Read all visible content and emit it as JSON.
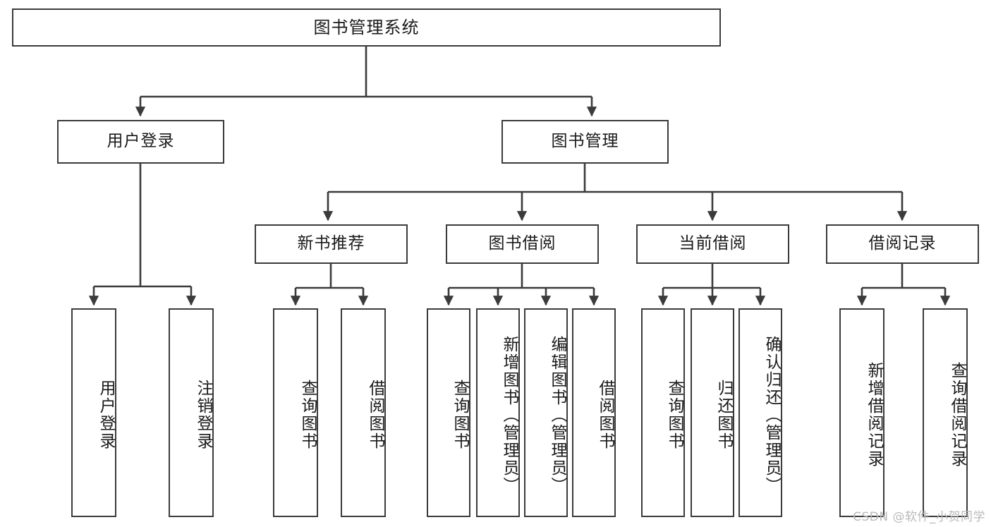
{
  "diagram": {
    "title": "图书管理系统",
    "type": "tree",
    "watermark": "CSDN @软件_小贺同学",
    "colors": {
      "node_border": "#3b3b3b",
      "node_fill": "#ffffff",
      "edge": "#3b3b3b",
      "text": "#1a1a1a",
      "watermark": "#b9b9b9"
    },
    "levels": {
      "root": {
        "label": "图书管理系统"
      },
      "level2": [
        {
          "label": "用户登录"
        },
        {
          "label": "图书管理"
        }
      ],
      "level3": [
        {
          "label": "新书推荐"
        },
        {
          "label": "图书借阅"
        },
        {
          "label": "当前借阅"
        },
        {
          "label": "借阅记录"
        }
      ],
      "leaves": [
        {
          "label": "用户登录",
          "parent": "用户登录"
        },
        {
          "label": "注销登录",
          "parent": "用户登录"
        },
        {
          "label": "查询图书",
          "parent": "新书推荐"
        },
        {
          "label": "借阅图书",
          "parent": "新书推荐"
        },
        {
          "label": "查询图书",
          "parent": "图书借阅"
        },
        {
          "label": "新增图书（管理员）",
          "parent": "图书借阅"
        },
        {
          "label": "编辑图书（管理员）",
          "parent": "图书借阅"
        },
        {
          "label": "借阅图书",
          "parent": "图书借阅"
        },
        {
          "label": "查询图书",
          "parent": "当前借阅"
        },
        {
          "label": "归还图书",
          "parent": "当前借阅"
        },
        {
          "label": "确认归还（管理员）",
          "parent": "当前借阅"
        },
        {
          "label": "新增借阅记录",
          "parent": "借阅记录"
        },
        {
          "label": "查询借阅记录",
          "parent": "借阅记录"
        }
      ]
    }
  }
}
